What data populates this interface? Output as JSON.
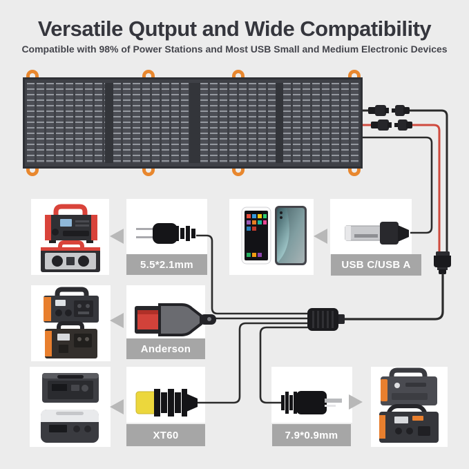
{
  "header": {
    "title": "Versatile Qutput and Wide Compatibility",
    "subtitle": "Compatible with 98% of Power Stations and Most USB Small and Medium Electronic Devices"
  },
  "connectors": {
    "dc55": {
      "label": "5.5*2.1mm"
    },
    "usb": {
      "label": "USB C/USB A"
    },
    "anderson": {
      "label": "Anderson"
    },
    "xt60": {
      "label": "XT60"
    },
    "dc79": {
      "label": "7.9*0.9mm"
    }
  },
  "icons": {
    "arrow_left": "left-pointing gray triangle",
    "arrow_right": "right-pointing gray triangle",
    "hanging_loop": "orange arch grommet",
    "mc4_connector": "black solar MC4 connector pair",
    "cable_splitter": "1-to-4 black splitter hub",
    "dc_adapter": "black barrel adapter on red/black pair"
  },
  "colors": {
    "background": "#ececec",
    "title_text": "#35363d",
    "label_bar": "#a6a6a6",
    "label_text": "#ffffff",
    "loop_orange": "#e8872e",
    "cable_black": "#2b2b2b",
    "cable_red": "#cf4a3e",
    "panel_dark": "#3e4046"
  }
}
